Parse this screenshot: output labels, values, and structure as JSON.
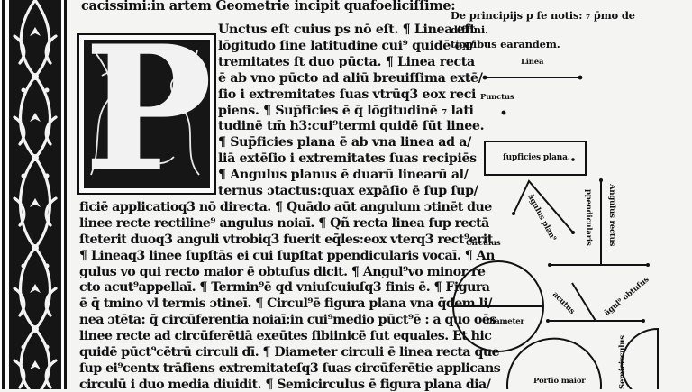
{
  "page": {
    "description": "Scanned printed page, Euclid Elements (Latin, blackletter) with woodcut border, historiated initial and geometric figures"
  },
  "incipit": "cacissimi:in artem Geometrie incipit quafoeliciſſime:",
  "initial_letter": "P",
  "body_lines": [
    "Unctus eſt cuius ps nō eſt. ¶ Linea eſt",
    "lōgitudo ſine latitudine cui⁹ quidē ex/",
    "tremitates ſt duo pūcta. ¶ Linea recta",
    "ē ab vno pūcto ad aliū breuiſſima extē/",
    "ſio i extremitates ſuas vtrūq3 eox reci",
    "piens. ¶ Sup̄ficies ē q̄ lōgitudinē ₇ lati",
    "tudinē tm̄ h3:cui⁹termi quidē ſūt linee.",
    "¶ Sup̄ficies plana ē ab vna linea ad a/",
    "liā extēſio i extremitates ſuas recipiēs",
    "¶ Angulus planus ē duarū linearū al/",
    "ternus ɔtactus:quax expāſio ē ſup ſup/",
    "ficiē applicatioq3 nō directa. ¶ Quādo aūt angulum ɔtinēt due",
    "linee recte rectiline⁹ angulus noiaī. ¶ Qñ recta linea ſup rectā",
    "ſteterit duoq3 anguli vtrobiq3 fuerit eq̄les:eox vterq3 rect⁹erit",
    "¶ Lineaq3 linee ſupſtās ei cui ſupſtat ppendicularis vocaī. ¶ An",
    "gulus vo qui recto maior ē obtuſus dicit. ¶ Angul⁹vo minor re",
    "cto acut⁹appellaī. ¶ Termin⁹ē qd vniuſcuiuſq3 finis ē. ¶ Figura",
    "ē q̄ tmino vl termis ɔtineī. ¶ Circul⁹ē figura plana vna q̄dem li/",
    "nea ɔtēta: q̄ circūferentia noiaī:in cui⁹medio pūct⁹ē : a quo oēs",
    "linee recte ad circūferētiā exeūtes ſibiinicē ſut equales. Et hic",
    "quidē pūct⁹cētrū circuli dī. ¶ Diameter circuli ē linea recta que",
    "ſup ei⁹centx trāſiens extremitateſq3 ſuas circūferētie applicans",
    "circulū i duo media diuidit. ¶ Semicirculus ē figura plana dia/"
  ],
  "right_heading": [
    "De principijs p ſe notis: ₇ p̄mo de diffini.",
    "tionibus earandem."
  ],
  "diagrams": {
    "linea": "Linea",
    "punctus": "Punctus",
    "superficies": "ſupficies plana.",
    "angulus_planus": "āgulus plan⁹",
    "perpendicularis": "ppendicularis",
    "angulus_rectus": "Angulus rectus",
    "circulus": "Circulus",
    "acutus": "acutus",
    "angulus_obtusus": "āgul⁹ obtuſus",
    "diameter": "Diameter",
    "portio_maior": "Portio maior",
    "semicirculus": "Semicirculus"
  },
  "colors": {
    "paper": "#f4f4f2",
    "ink": "#111111"
  }
}
